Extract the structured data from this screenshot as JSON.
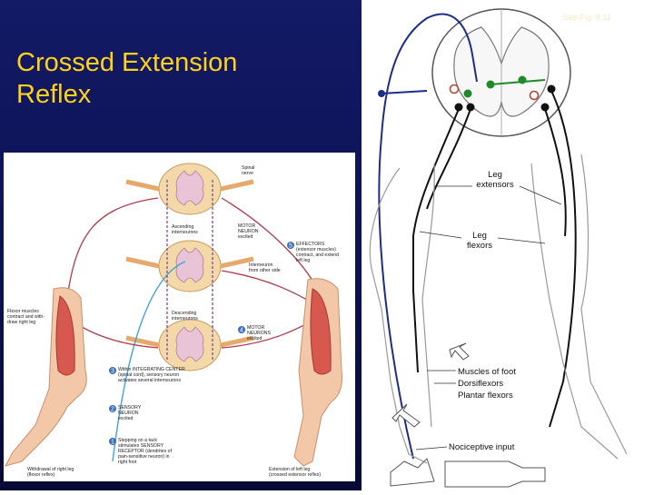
{
  "title_lines": [
    "Crossed Extension",
    "Reflex"
  ],
  "fig_ref": "See Fig. 8.11",
  "right_labels": {
    "leg_extensors": "Leg\nextensors",
    "leg_flexors": "Leg\nflexors",
    "muscles_of_foot": "Muscles of foot",
    "dorsiflexors": "Dorsiflexors",
    "plantar_flexors": "Plantar flexors",
    "nociceptive_input": "Nociceptive input"
  },
  "inset_labels": {
    "spinal_nerve": "Spinal\nnerve",
    "ascending": "Ascending\ninterneurons",
    "motor_neuron_excited": "MOTOR\nNEURON\nexcited",
    "effectors": "EFFECTORS\n(extensor muscles)\ncontract, and extend\nleft leg",
    "interneuron_other": "Interneuron\nfrom other side",
    "flexor": "Flexor muscles\ncontract and with-\ndraw right leg",
    "descending": "Descending\ninterneurons",
    "motor_neurons_excited": "MOTOR\nNEURONS\nexcited",
    "integrating": "Within INTEGRATING CENTER\n(spinal cord), sensory neuron\nactivates several interneurons",
    "sensory": "SENSORY\nNEURON\nexcited",
    "stepping": "Stepping on a tack\nstimulates SENSORY\nRECEPTOR (dendrites of\npain-sensitive neuron) in\nright foot",
    "withdrawal": "Withdrawal of right leg\n(flexor reflex)",
    "extension": "Extension of left leg\n(crossed extensor reflex)"
  },
  "step_numbers": [
    "1",
    "2",
    "3",
    "4",
    "5"
  ]
}
